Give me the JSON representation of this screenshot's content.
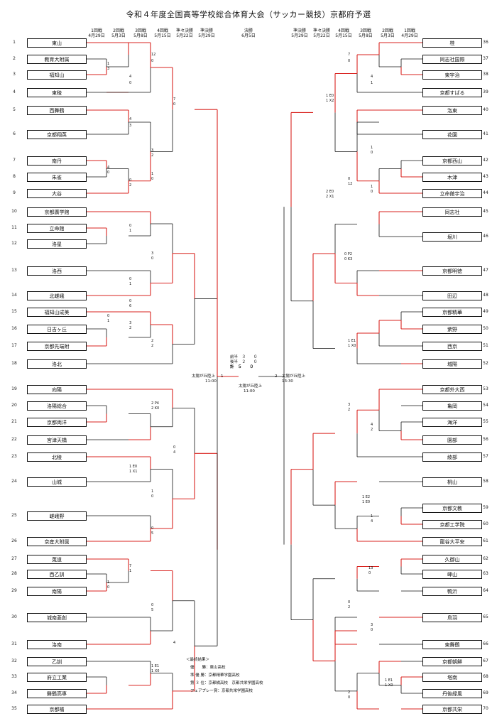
{
  "title": "令和４年度全国高等学校総合体育大会（サッカー競技）京都府予選",
  "headers_left": [
    {
      "round": "1回戦",
      "date": "4月29日"
    },
    {
      "round": "2回戦",
      "date": "5月3日"
    },
    {
      "round": "3回戦",
      "date": "5月8日"
    },
    {
      "round": "4回戦",
      "date": "5月15日"
    },
    {
      "round": "準々決勝",
      "date": "5月22日"
    },
    {
      "round": "準決勝",
      "date": "5月29日"
    }
  ],
  "header_final": {
    "round": "決勝",
    "date": "6月5日"
  },
  "headers_right": [
    {
      "round": "準決勝",
      "date": "5月29日"
    },
    {
      "round": "準々決勝",
      "date": "5月22日"
    },
    {
      "round": "4回戦",
      "date": "5月15日"
    },
    {
      "round": "3回戦",
      "date": "5月8日"
    },
    {
      "round": "2回戦",
      "date": "5月3日"
    },
    {
      "round": "1回戦",
      "date": "4月29日"
    }
  ],
  "left_teams": [
    {
      "no": "1",
      "name": "東山"
    },
    {
      "no": "2",
      "name": "教育大附属"
    },
    {
      "no": "3",
      "name": "福知山"
    },
    {
      "no": "4",
      "name": "東稜"
    },
    {
      "no": "5",
      "name": "西舞鶴"
    },
    {
      "no": "6",
      "name": "京都翔英"
    },
    {
      "no": "7",
      "name": "南丹"
    },
    {
      "no": "8",
      "name": "朱雀"
    },
    {
      "no": "9",
      "name": "大谷"
    },
    {
      "no": "10",
      "name": "京都廣学館"
    },
    {
      "no": "11",
      "name": "立命館"
    },
    {
      "no": "12",
      "name": "洛星"
    },
    {
      "no": "13",
      "name": "洛西"
    },
    {
      "no": "14",
      "name": "北嵯峨"
    },
    {
      "no": "15",
      "name": "福知山成美"
    },
    {
      "no": "16",
      "name": "日吉ヶ丘"
    },
    {
      "no": "17",
      "name": "京都先端附"
    },
    {
      "no": "18",
      "name": "洛北"
    },
    {
      "no": "19",
      "name": "向陽"
    },
    {
      "no": "20",
      "name": "洛陽総合"
    },
    {
      "no": "21",
      "name": "京都両洋"
    },
    {
      "no": "22",
      "name": "宮津天橋"
    },
    {
      "no": "23",
      "name": "北稜"
    },
    {
      "no": "24",
      "name": "山城"
    },
    {
      "no": "25",
      "name": "嵯峨野"
    },
    {
      "no": "26",
      "name": "京産大附属"
    },
    {
      "no": "27",
      "name": "莵道"
    },
    {
      "no": "28",
      "name": "西乙訓"
    },
    {
      "no": "29",
      "name": "南陽"
    },
    {
      "no": "30",
      "name": "城南菱創"
    },
    {
      "no": "31",
      "name": "洛南"
    },
    {
      "no": "32",
      "name": "乙訓"
    },
    {
      "no": "33",
      "name": "府立工業"
    },
    {
      "no": "34",
      "name": "舞鶴高専"
    },
    {
      "no": "35",
      "name": "京都橘"
    }
  ],
  "right_teams": [
    {
      "no": "36",
      "name": "桂"
    },
    {
      "no": "37",
      "name": "同志社国際"
    },
    {
      "no": "38",
      "name": "東宇治"
    },
    {
      "no": "39",
      "name": "京都すばる"
    },
    {
      "no": "40",
      "name": "洛東"
    },
    {
      "no": "41",
      "name": "花園"
    },
    {
      "no": "42",
      "name": "京都西山"
    },
    {
      "no": "43",
      "name": "木津"
    },
    {
      "no": "44",
      "name": "立命館宇治"
    },
    {
      "no": "45",
      "name": "同志社"
    },
    {
      "no": "46",
      "name": "堀川"
    },
    {
      "no": "47",
      "name": "京都明徳"
    },
    {
      "no": "48",
      "name": "田辺"
    },
    {
      "no": "49",
      "name": "京都精華"
    },
    {
      "no": "50",
      "name": "紫野"
    },
    {
      "no": "51",
      "name": "西京"
    },
    {
      "no": "52",
      "name": "城陽"
    },
    {
      "no": "53",
      "name": "京都外大西"
    },
    {
      "no": "54",
      "name": "亀岡"
    },
    {
      "no": "55",
      "name": "海洋"
    },
    {
      "no": "56",
      "name": "園部"
    },
    {
      "no": "57",
      "name": "綾部"
    },
    {
      "no": "58",
      "name": "桃山"
    },
    {
      "no": "59",
      "name": "京都文教"
    },
    {
      "no": "60",
      "name": "京都工学院"
    },
    {
      "no": "61",
      "name": "龍谷大平安"
    },
    {
      "no": "62",
      "name": "久御山"
    },
    {
      "no": "63",
      "name": "峰山"
    },
    {
      "no": "64",
      "name": "鴨沂"
    },
    {
      "no": "65",
      "name": "鳥羽"
    },
    {
      "no": "66",
      "name": "東舞鶴"
    },
    {
      "no": "67",
      "name": "京都朝鮮"
    },
    {
      "no": "68",
      "name": "塔南"
    },
    {
      "no": "69",
      "name": "丹後緑風"
    },
    {
      "no": "70",
      "name": "京都共栄"
    }
  ],
  "final": {
    "left_venue": "太陽が丘陸上",
    "left_time": "11:00",
    "right_venue": "太陽が丘陸上",
    "right_time": "13:30",
    "center_venue": "太陽が丘陸上",
    "center_time": "11:00",
    "score_left": "1",
    "score_right": "2",
    "half1": "前半　３　　０",
    "half2": "後半　２　　０",
    "total": "計　５　　０"
  },
  "scores": [
    "12",
    "0",
    "1",
    "3",
    "4",
    "0",
    "4",
    "3",
    "4",
    "0",
    "0",
    "2",
    "7",
    "0",
    "3",
    "2",
    "1",
    "0",
    "0",
    "1",
    "3",
    "0",
    "0",
    "1",
    "0",
    "6",
    "0",
    "1",
    "3",
    "2",
    "2",
    "2",
    "2 P4",
    "2 K0",
    "1 E0",
    "1 X1",
    "1",
    "0",
    "0",
    "5",
    "7",
    "1",
    "1",
    "0",
    "0",
    "4",
    "0",
    "5",
    "1 E1",
    "1 X0",
    "4",
    "7",
    "0",
    "4",
    "1",
    "1",
    "0",
    "1 E0",
    "1 X2",
    "1",
    "0",
    "0",
    "12",
    "2 E0",
    "2 X1",
    "0 P2",
    "0 K3",
    "1 E1",
    "1 X0",
    "3",
    "2",
    "4",
    "2",
    "1 E2",
    "1 E0",
    "1",
    "4",
    "13",
    "0",
    "0",
    "2",
    "1 E1",
    "1 X0",
    "2",
    "0",
    "3",
    "0"
  ],
  "summary": {
    "heading": "＜最終結果＞",
    "lines": [
      "優　　勝：東山高校",
      "準 優 勝：京都精華学園高校",
      "第 ３ 位：京都橘高校　京都共栄学園高校",
      "フェアプレー賞：京都共栄学園高校"
    ]
  },
  "colors": {
    "win": "#d9231f",
    "line": "#111111"
  }
}
